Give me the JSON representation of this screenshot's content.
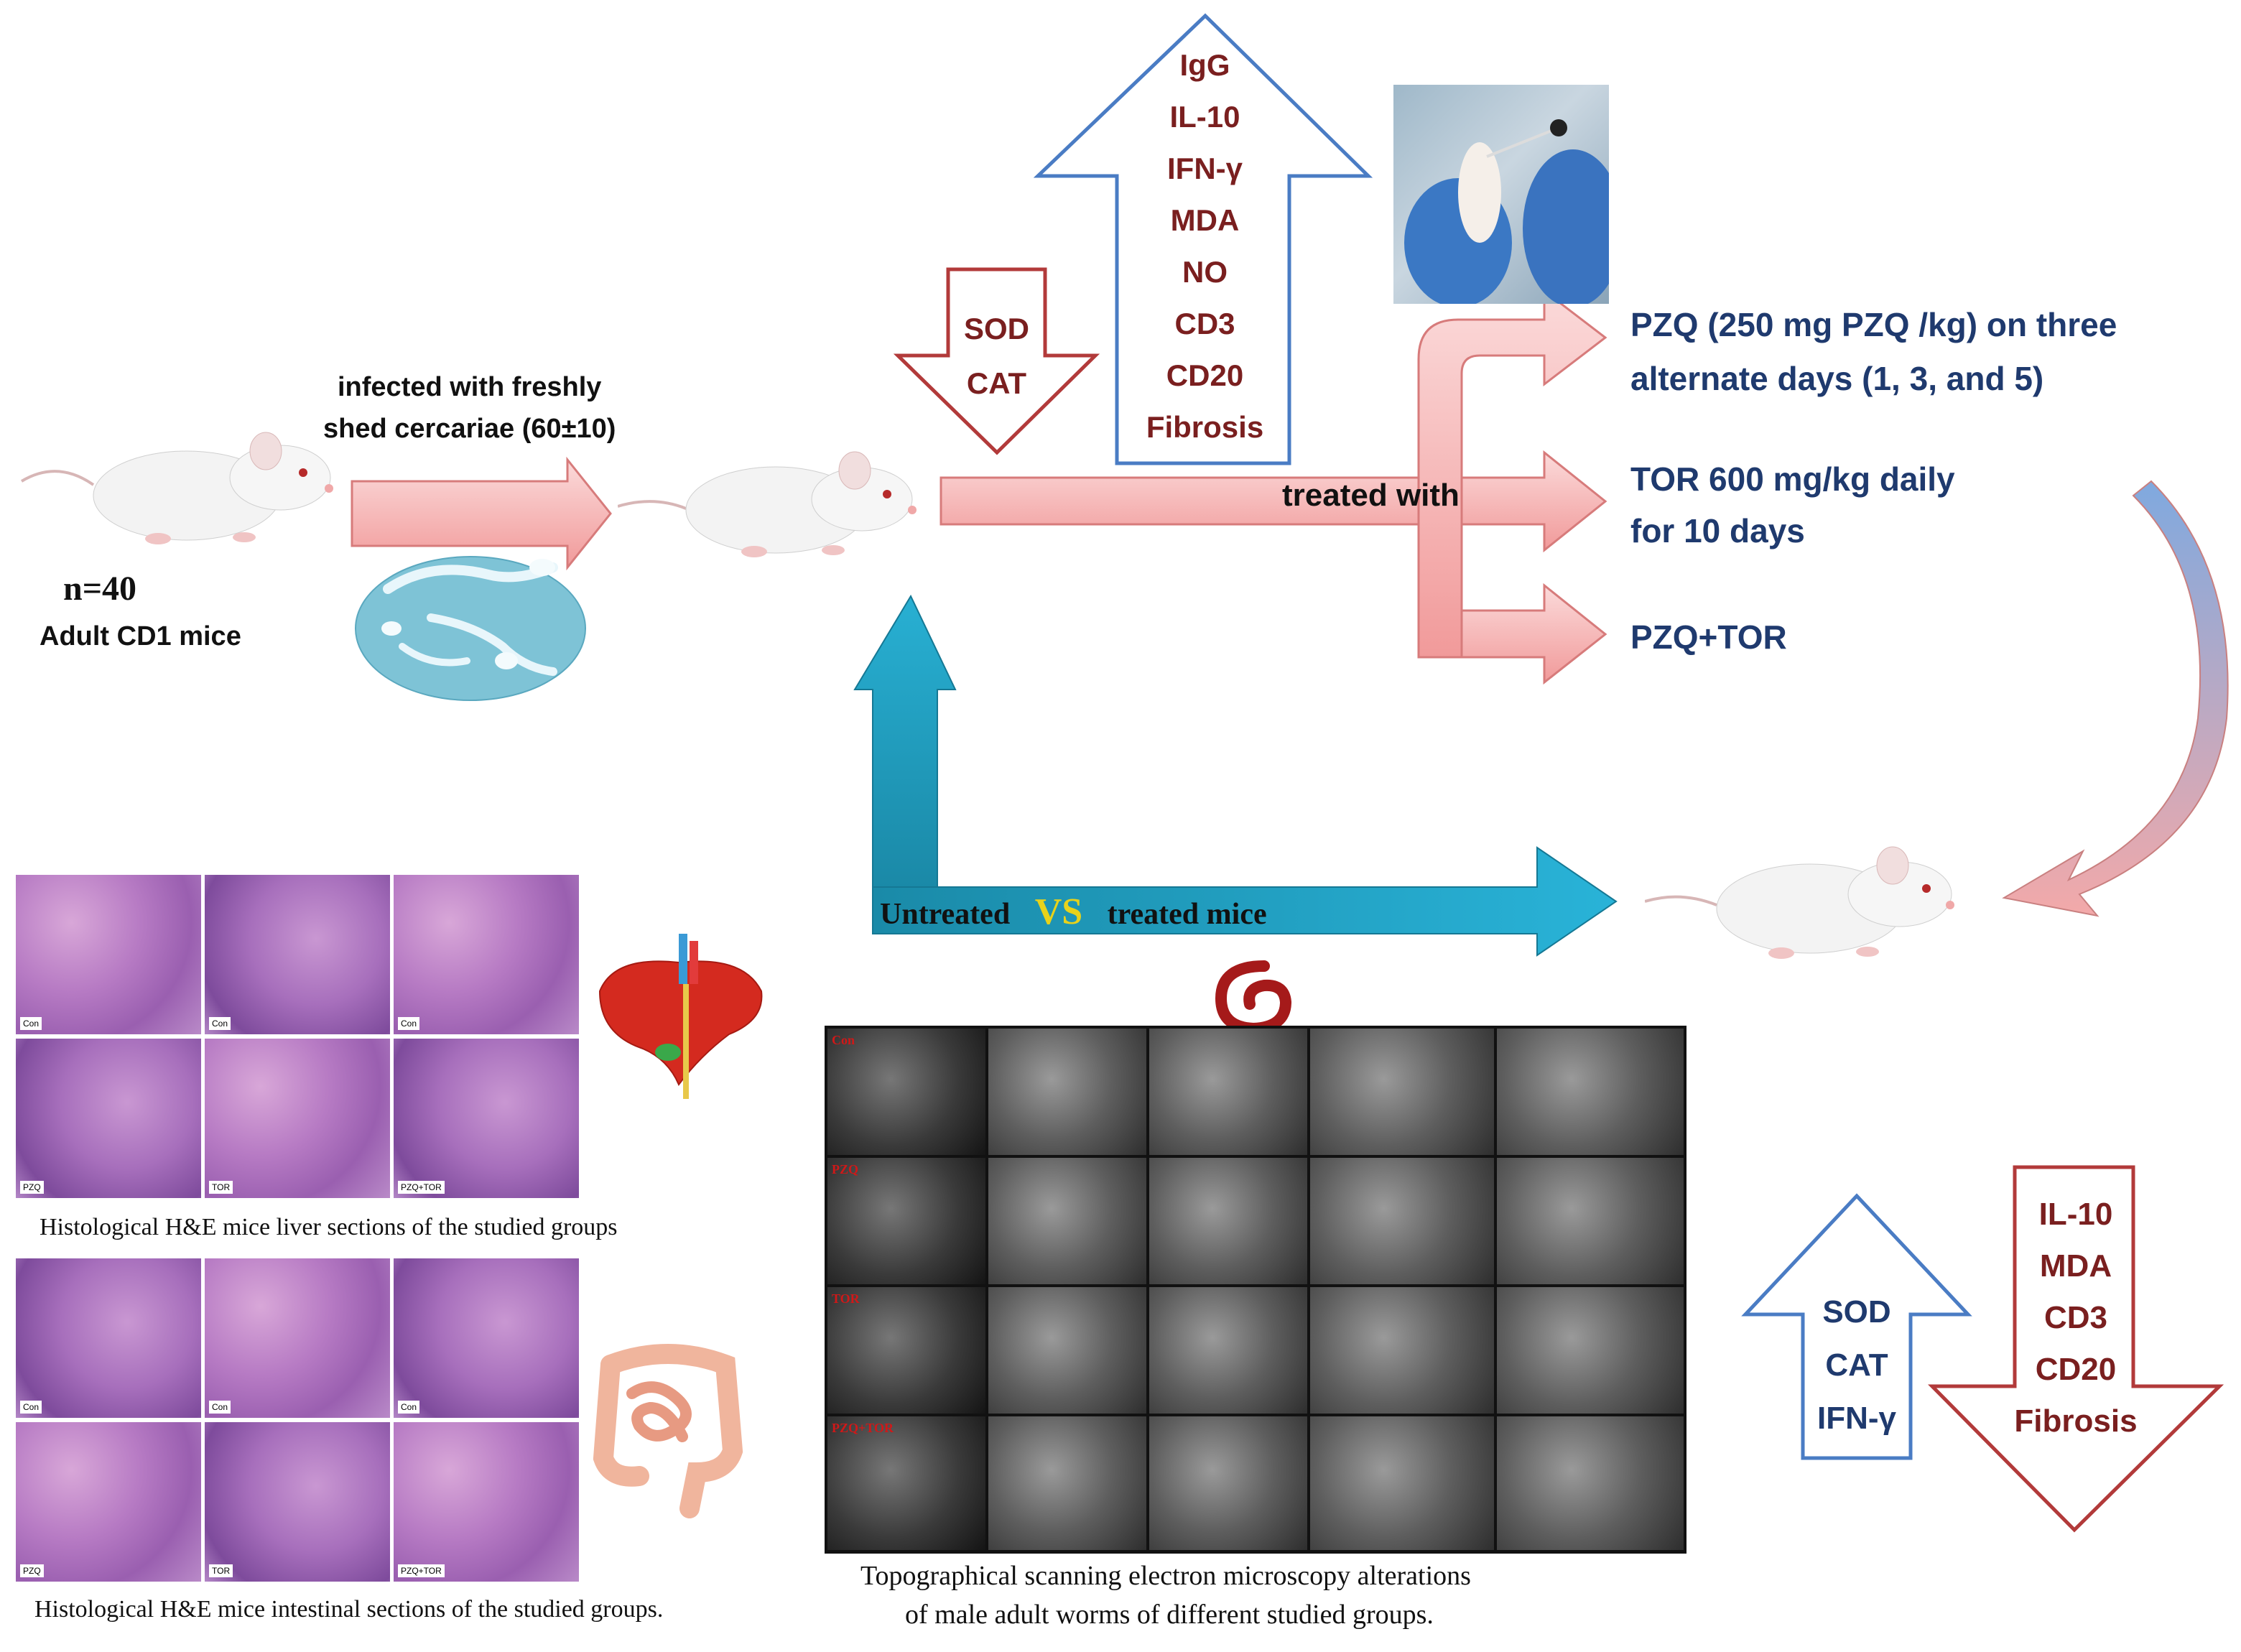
{
  "mice": {
    "count_label": "n=40",
    "strain_label": "Adult CD1 mice"
  },
  "infection": {
    "line1": "infected with freshly",
    "line2": "shed cercariae (60±10)"
  },
  "treated_with_label": "treated with",
  "down_arrow_top": [
    "SOD",
    "CAT"
  ],
  "up_arrow_top": [
    "IgG",
    "IL-10",
    "IFN-γ",
    "MDA",
    "NO",
    "CD3",
    "CD20",
    "Fibrosis"
  ],
  "treatments": {
    "pzq_line1": "PZQ (250 mg PZQ /kg) on three",
    "pzq_line2": "alternate days (1, 3, and 5)",
    "tor_line1": "TOR 600 mg/kg daily",
    "tor_line2": "for 10 days",
    "combo": "PZQ+TOR"
  },
  "comparison": {
    "left": "Untreated",
    "vs": "VS",
    "right": "treated mice"
  },
  "up_arrow_bottom": [
    "SOD",
    "CAT",
    "IFN-γ"
  ],
  "down_arrow_bottom": [
    "IL-10",
    "MDA",
    "CD3",
    "CD20",
    "Fibrosis"
  ],
  "captions": {
    "liver": "Histological  H&E mice liver sections  of the studied  groups",
    "intestine": "Histological  H&E mice intestinal  sections  of the studied  groups.",
    "sem_line1": "Topographical  scanning electron microscopy alterations",
    "sem_line2": "of male adult worms of different studied groups."
  },
  "histology_tags": {
    "liver_row1": [
      "Con",
      "Con",
      "Con"
    ],
    "liver_row2": [
      "PZQ",
      "TOR",
      "PZQ+TOR"
    ],
    "intestine_row1": [
      "Con",
      "Con",
      "Con"
    ],
    "intestine_row2": [
      "PZQ",
      "TOR",
      "PZQ+TOR"
    ]
  },
  "sem_rows": [
    "Con",
    "PZQ",
    "TOR",
    "PZQ+TOR"
  ],
  "colors": {
    "navy": "#1f3a6e",
    "dark_red": "#7a1f1f",
    "blue_outline": "#4a7cc4",
    "red_outline": "#b23a3a",
    "pink_arrow": "#f4b7b7",
    "teal_arrow": "#1e9cbd",
    "vs_yellow": "#e8d21a"
  }
}
